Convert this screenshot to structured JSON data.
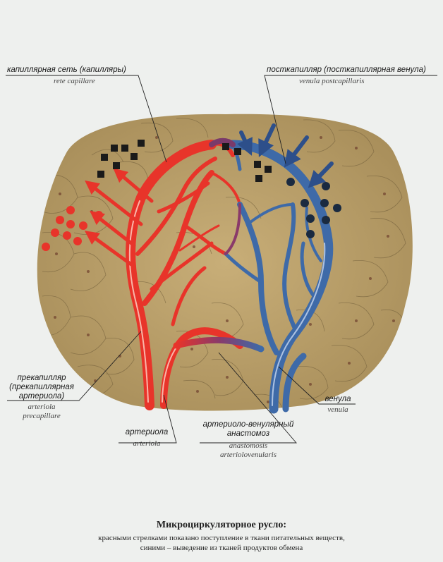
{
  "labels": {
    "capillary_net": {
      "ru": "капиллярная сеть (капилляры)",
      "la": "rete capillare"
    },
    "postcapillary": {
      "ru": "посткапилляр (посткапиллярная венула)",
      "la": "venula postcapillaris"
    },
    "precapillary": {
      "ru1": "прекапилляр",
      "ru2": "(прекапиллярная",
      "ru3": "артериола)",
      "la1": "arteriola",
      "la2": "precapillare"
    },
    "arteriole": {
      "ru": "артериола",
      "la": "arteriola"
    },
    "anastomosis": {
      "ru1": "артериоло-венулярный",
      "ru2": "анастомоз",
      "la1": "anastomosis",
      "la2": "arteriolovenularis"
    },
    "venule": {
      "ru": "венула",
      "la": "venula"
    }
  },
  "caption": {
    "title": "Микроциркуляторное русло:",
    "line1": "красными стрелками показано поступление в ткани питательных веществ,",
    "line2": "синими – выведение из тканей продуктов обмена"
  },
  "colors": {
    "tissue": "#bba06a",
    "artery": "#e8342a",
    "vein": "#3e6aa8",
    "nutrient_dot": "#e8342a",
    "waste_square": "#1a1a1a"
  }
}
